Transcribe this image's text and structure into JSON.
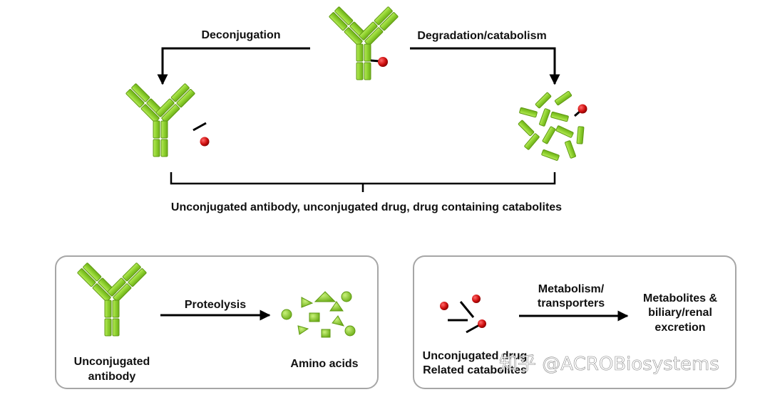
{
  "top": {
    "deconjugation_label": "Deconjugation",
    "degradation_label": "Degradation/catabolism",
    "summary_label": "Unconjugated antibody, unconjugated drug, drug containing catabolites"
  },
  "panel_left": {
    "proteolysis_label": "Proteolysis",
    "antibody_label_line1": "Unconjugated",
    "antibody_label_line2": "antibody",
    "amino_acids_label": "Amino  acids"
  },
  "panel_right": {
    "process_line1": "Metabolism/",
    "process_line2": "transporters",
    "drug_label_line1": "Unconjugated drug",
    "drug_label_line2": "Related catabolites",
    "result_line1": "Metabolites &",
    "result_line2": "biliary/renal",
    "result_line3": "excretion"
  },
  "watermark": "知乎 @ACROBiosystems",
  "colors": {
    "antibody_green": "#8ed12e",
    "antibody_outline": "#5f9a12",
    "drug_red": "#cc1111",
    "arrow_black": "#000000",
    "panel_border": "#a6a6a6"
  }
}
